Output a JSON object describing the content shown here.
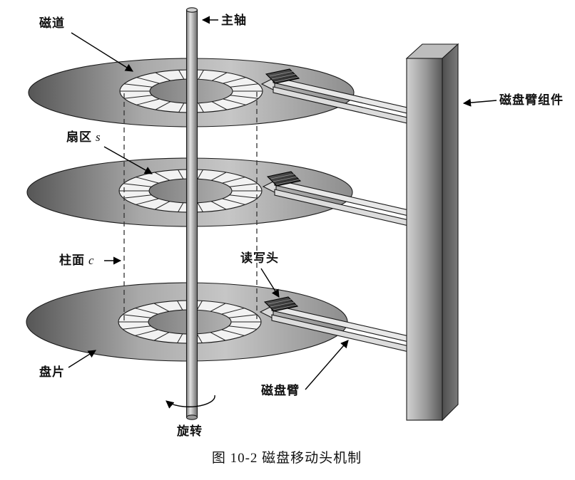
{
  "figure": {
    "caption": "图 10-2  磁盘移动头机制"
  },
  "labels": {
    "track": "磁道",
    "spindle": "主轴",
    "arm_assembly": "磁盘臂组件",
    "sector": "扇区",
    "sector_symbol": "s",
    "cylinder": "柱面",
    "cylinder_symbol": "c",
    "read_write_head": "读写头",
    "platter": "盘片",
    "disk_arm": "磁盘臂",
    "rotation": "旋转"
  },
  "colors": {
    "platter_dark": "#5e5e5e",
    "platter_light": "#c6c6c6",
    "ring_band": "#f2f2f2",
    "head": "#222222",
    "line": "#000000",
    "background": "#ffffff"
  }
}
